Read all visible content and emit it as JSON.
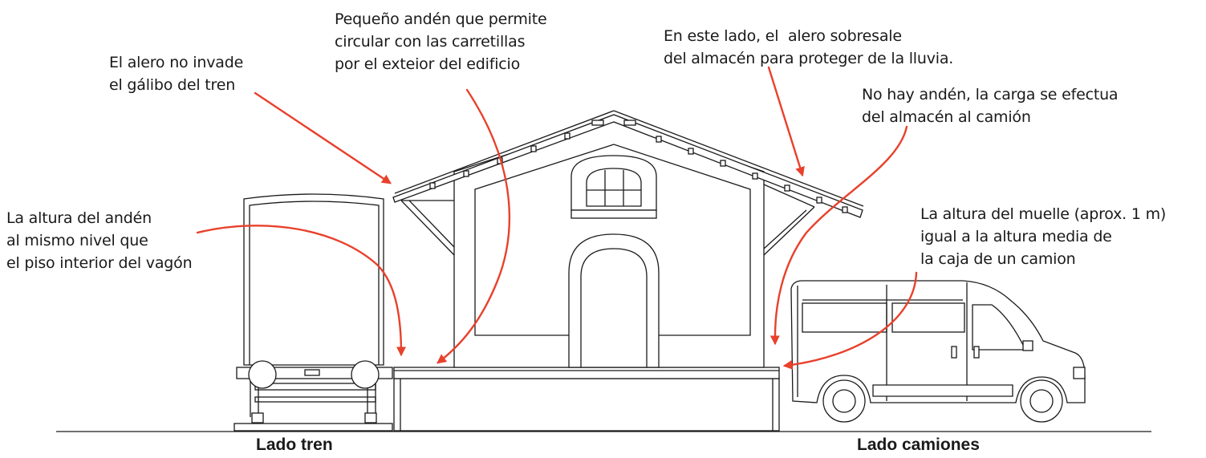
{
  "annotations": {
    "eave_clearance": "El alero no invade\nel gálibo del tren",
    "small_platform": "Pequeño andén que permite\ncircular con las carretillas\npor el exteior del edificio",
    "eave_overhang": "En este lado, el  alero sobresale\ndel almacén para proteger de la lluvia.",
    "no_platform": "No hay andén, la carga se efectua\ndel almacén al camión",
    "platform_height": "La altura del andén\nal mismo nivel que\nel piso interior del vagón",
    "dock_height": "La altura del muelle (aprox. 1 m)\nigual a la altura media de\nla caja de un camion"
  },
  "side_labels": {
    "train_side": "Lado tren",
    "truck_side": "Lado camiones"
  },
  "colors": {
    "arrow": "#e8412c",
    "line": "#1a1a1a"
  }
}
